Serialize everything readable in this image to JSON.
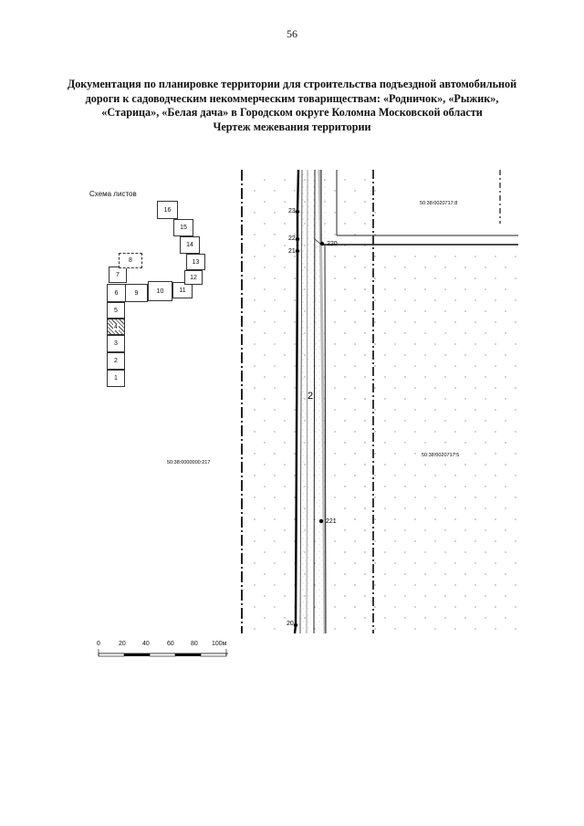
{
  "page_number": "56",
  "title_lines": [
    "Документация по планировке территории для строительства подъездной автомобильной",
    "дороги к садоводческим некоммерческим товариществам: «Родничок», «Рыжик»,",
    "«Старица», «Белая дача» в Городском округе Коломна Московской области",
    "Чертеж межевания территории"
  ],
  "scheme": {
    "label": "Схема листов",
    "sheets": [
      "1",
      "2",
      "3",
      "4",
      "5",
      "6",
      "7",
      "8",
      "9",
      "10",
      "11",
      "12",
      "13",
      "14",
      "15",
      "16"
    ]
  },
  "map": {
    "cadastral_left": "50:38:0000000:217",
    "cadastral_top_right": "50:38:0020717:8",
    "cadastral_mid_right": "50:38:0020717:5",
    "points": [
      "23",
      "22",
      "21",
      "220",
      "221",
      "20"
    ],
    "parcel_label": "2"
  },
  "scale_bar": {
    "labels": [
      "0",
      "20",
      "40",
      "60",
      "80",
      "100м"
    ]
  }
}
